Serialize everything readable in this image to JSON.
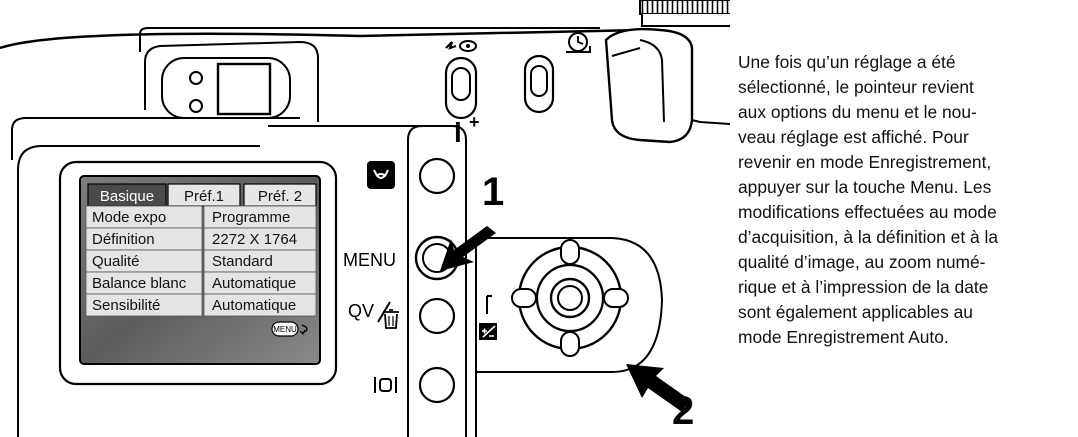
{
  "lcd": {
    "tabs": [
      "Basique",
      "Préf.1",
      "Préf. 2"
    ],
    "rows": [
      {
        "label": "Mode expo",
        "value": "Programme"
      },
      {
        "label": "Définition",
        "value": "2272 X 1764"
      },
      {
        "label": "Qualité",
        "value": "Standard"
      },
      {
        "label": "Balance blanc",
        "value": "Automatique"
      },
      {
        "label": "Sensibilité",
        "value": "Automatique"
      }
    ],
    "menu_return_badge": "MENU"
  },
  "camera": {
    "info_label": "i",
    "info_plus": "+",
    "menu_label": "MENU",
    "qv_label": "QV",
    "step1": "1",
    "step2": "2"
  },
  "description": {
    "lines": [
      "Une fois qu’un réglage a été",
      "sélectionné, le pointeur revient",
      "aux options du menu et le nou-",
      "veau réglage est affiché. Pour",
      "revenir en mode Enregistrement,",
      "appuyer sur la touche Menu. Les",
      "modifications effectuées au mode",
      "d’acquisition, à la définition et à la",
      "qualité d’image, au zoom numé-",
      "rique et à l’impression de la date",
      "sont également applicables au",
      "mode Enregistrement Auto."
    ]
  }
}
